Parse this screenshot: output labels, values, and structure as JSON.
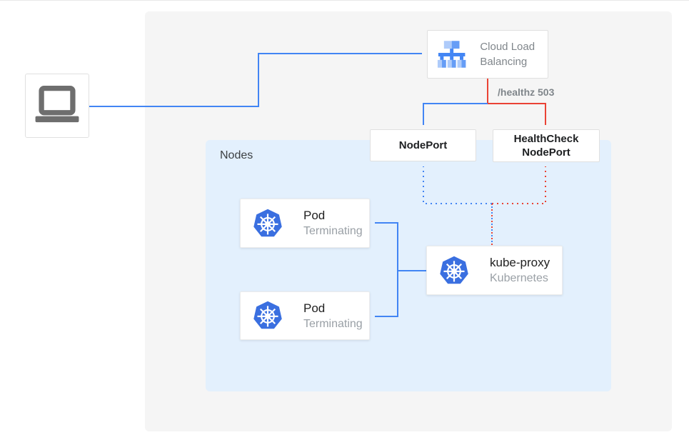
{
  "palette": {
    "blue": "#4285f4",
    "red": "#ea4335",
    "panel-bg": "#f5f5f5",
    "nodes-bg": "#e3f0fd",
    "box-border": "#e0e0e0",
    "text-dark": "#3c4043",
    "text-gray": "#80868b",
    "text-subtle": "#9aa0a6",
    "k8s-blue": "#3a6fe0",
    "laptop-gray": "#6e6e6e",
    "lb-light": "#aecbfa",
    "lb-mid": "#669df6"
  },
  "diagram": {
    "client": {
      "icon": "laptop"
    },
    "cloud_load_balancing": {
      "label": "Cloud Load Balancing"
    },
    "healthz_badge": "/healthz 503",
    "nodes_group": {
      "label": "Nodes"
    },
    "nodeport": {
      "label": "NodePort"
    },
    "healthcheck_nodeport": {
      "label": "HealthCheck NodePort"
    },
    "pods": [
      {
        "title": "Pod",
        "status": "Terminating"
      },
      {
        "title": "Pod",
        "status": "Terminating"
      }
    ],
    "kube_proxy": {
      "title": "kube-proxy",
      "subtitle": "Kubernetes"
    }
  }
}
